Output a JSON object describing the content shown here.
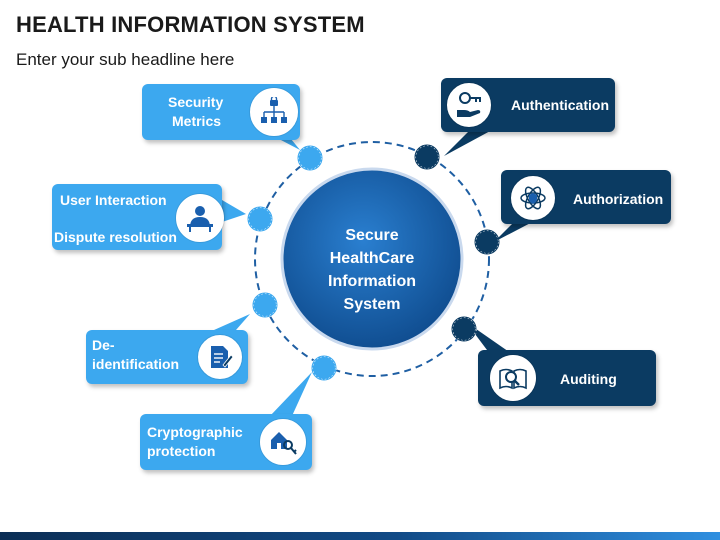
{
  "header": {
    "title": "HEALTH INFORMATION SYSTEM",
    "subtitle": "Enter your sub headline here"
  },
  "center": {
    "lines": [
      "Secure",
      "HealthCare",
      "Information",
      "System"
    ]
  },
  "left_items": [
    {
      "lines": [
        "Security",
        "Metrics"
      ],
      "icon": "lock-network-icon"
    },
    {
      "lines": [
        "User Interaction",
        "Dispute resolution"
      ],
      "icon": "user-desk-icon"
    },
    {
      "lines": [
        "De-",
        "identification"
      ],
      "icon": "document-edit-icon"
    },
    {
      "lines": [
        "Cryptographic",
        "protection"
      ],
      "icon": "house-key-icon"
    }
  ],
  "right_items": [
    {
      "label": "Authentication",
      "icon": "hand-key-icon"
    },
    {
      "label": "Authorization",
      "icon": "atom-shield-icon"
    },
    {
      "label": "Auditing",
      "icon": "book-search-icon"
    }
  ],
  "colors": {
    "light_blue": "#3ca8ef",
    "dark_navy": "#0b3b62",
    "center_blue": "#1a5fae",
    "dashed_ring": "#1f5fa3"
  }
}
